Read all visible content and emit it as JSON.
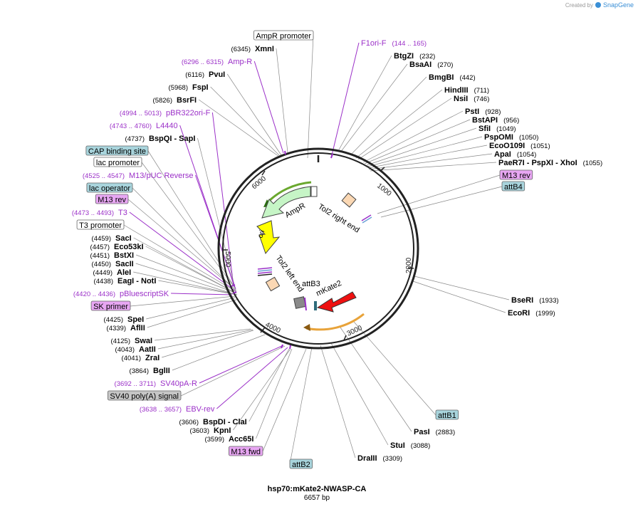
{
  "credit": {
    "prefix": "Created by",
    "brand": "SnapGene"
  },
  "plasmid": {
    "name": "hsp70:mKate2-NWASP-CA",
    "size_label": "6657 bp",
    "length": 6657
  },
  "ring_ticks": [
    "1000",
    "2000",
    "3000",
    "4000",
    "5000",
    "6000"
  ],
  "inner_features": [
    "AmpR",
    "ori",
    "Tol2 right end",
    "Tol2 left end",
    "attB3",
    "mKate2"
  ],
  "sites_right": [
    {
      "pos": "(144 .. 165)",
      "name": "F1ori-F",
      "kind": "primer"
    },
    {
      "pos": "(232)",
      "name": "BtgZI",
      "kind": "enzyme"
    },
    {
      "pos": "(270)",
      "name": "BsaAI",
      "kind": "enzyme"
    },
    {
      "pos": "(442)",
      "name": "BmgBI",
      "kind": "enzyme"
    },
    {
      "pos": "(711)",
      "name": "HindIII",
      "kind": "enzyme"
    },
    {
      "pos": "(746)",
      "name": "NsiI",
      "kind": "enzyme"
    },
    {
      "pos": "(928)",
      "name": "PstI",
      "kind": "enzyme"
    },
    {
      "pos": "(956)",
      "name": "BstAPI",
      "kind": "enzyme"
    },
    {
      "pos": "(1049)",
      "name": "SfiI",
      "kind": "enzyme"
    },
    {
      "pos": "(1050)",
      "name": "PspOMI",
      "kind": "enzyme"
    },
    {
      "pos": "(1051)",
      "name": "EcoO109I",
      "kind": "enzyme"
    },
    {
      "pos": "(1054)",
      "name": "ApaI",
      "kind": "enzyme"
    },
    {
      "pos": "(1055)",
      "name": "PaeR7I  - PspXI  - XhoI",
      "kind": "enzyme"
    },
    {
      "pos": "",
      "name": "M13 rev",
      "kind": "box-pink"
    },
    {
      "pos": "",
      "name": "attB4",
      "kind": "box-teal"
    },
    {
      "pos": "(1933)",
      "name": "BseRI",
      "kind": "enzyme"
    },
    {
      "pos": "(1999)",
      "name": "EcoRI",
      "kind": "enzyme"
    },
    {
      "pos": "",
      "name": "attB1",
      "kind": "box-teal"
    },
    {
      "pos": "(2883)",
      "name": "PasI",
      "kind": "enzyme"
    },
    {
      "pos": "(3088)",
      "name": "StuI",
      "kind": "enzyme"
    },
    {
      "pos": "(3309)",
      "name": "DraIII",
      "kind": "enzyme"
    },
    {
      "pos": "",
      "name": "attB2",
      "kind": "box-teal"
    }
  ],
  "sites_left": [
    {
      "pos": "",
      "name": "AmpR promoter",
      "kind": "box-white"
    },
    {
      "pos": "(6345)",
      "name": "XmnI",
      "kind": "enzyme"
    },
    {
      "pos": "(6296 .. 6315)",
      "name": "Amp-R",
      "kind": "primer"
    },
    {
      "pos": "(6116)",
      "name": "PvuI",
      "kind": "enzyme"
    },
    {
      "pos": "(5968)",
      "name": "FspI",
      "kind": "enzyme"
    },
    {
      "pos": "(5826)",
      "name": "BsrFI",
      "kind": "enzyme"
    },
    {
      "pos": "(4994 .. 5013)",
      "name": "pBR322ori-F",
      "kind": "primer"
    },
    {
      "pos": "(4743 .. 4760)",
      "name": "L4440",
      "kind": "primer"
    },
    {
      "pos": "(4737)",
      "name": "BspQI   - SapI",
      "kind": "enzyme"
    },
    {
      "pos": "",
      "name": "CAP binding site",
      "kind": "box-teal"
    },
    {
      "pos": "",
      "name": "lac promoter",
      "kind": "box-white"
    },
    {
      "pos": "(4525 .. 4547)",
      "name": "M13/pUC Reverse",
      "kind": "primer"
    },
    {
      "pos": "",
      "name": "lac operator",
      "kind": "box-teal"
    },
    {
      "pos": "",
      "name": "M13 rev",
      "kind": "box-pink"
    },
    {
      "pos": "(4473 .. 4493)",
      "name": "T3",
      "kind": "primer"
    },
    {
      "pos": "",
      "name": "T3 promoter",
      "kind": "box-white"
    },
    {
      "pos": "(4459)",
      "name": "SacI",
      "kind": "enzyme"
    },
    {
      "pos": "(4457)",
      "name": "Eco53kI",
      "kind": "enzyme"
    },
    {
      "pos": "(4451)",
      "name": "BstXI",
      "kind": "enzyme"
    },
    {
      "pos": "(4450)",
      "name": "SacII",
      "kind": "enzyme"
    },
    {
      "pos": "(4449)",
      "name": "AleI",
      "kind": "enzyme"
    },
    {
      "pos": "(4438)",
      "name": "EagI   - NotI",
      "kind": "enzyme"
    },
    {
      "pos": "(4420 .. 4436)",
      "name": "pBluescriptSK",
      "kind": "primer"
    },
    {
      "pos": "",
      "name": "SK primer",
      "kind": "box-pink"
    },
    {
      "pos": "(4425)",
      "name": "SpeI",
      "kind": "enzyme"
    },
    {
      "pos": "(4339)",
      "name": "AflII",
      "kind": "enzyme"
    },
    {
      "pos": "(4125)",
      "name": "SwaI",
      "kind": "enzyme"
    },
    {
      "pos": "(4043)",
      "name": "AatII",
      "kind": "enzyme"
    },
    {
      "pos": "(4041)",
      "name": "ZraI",
      "kind": "enzyme"
    },
    {
      "pos": "(3864)",
      "name": "BglII",
      "kind": "enzyme"
    },
    {
      "pos": "(3692 .. 3711)",
      "name": "SV40pA-R",
      "kind": "primer"
    },
    {
      "pos": "",
      "name": "SV40 poly(A) signal",
      "kind": "box-gray"
    },
    {
      "pos": "(3638 .. 3657)",
      "name": "EBV-rev",
      "kind": "primer"
    },
    {
      "pos": "(3606)",
      "name": "BspDI   - ClaI",
      "kind": "enzyme"
    },
    {
      "pos": "(3603)",
      "name": "KpnI",
      "kind": "enzyme"
    },
    {
      "pos": "(3599)",
      "name": "Acc65I",
      "kind": "enzyme"
    },
    {
      "pos": "",
      "name": "M13 fwd",
      "kind": "box-pink"
    }
  ],
  "colors": {
    "primer": "#9b30c8",
    "box_teal": "#a8d4dc",
    "box_pink": "#e7a6f2",
    "box_gray": "#c6c6c6",
    "ampr": "#c6f5c6",
    "ori": "#ffff00",
    "mkate2": "#ee1111",
    "attb3": "#8a8a8a",
    "promoter_arrow": "#e8a33a",
    "tol2": "#fbd8b4"
  }
}
